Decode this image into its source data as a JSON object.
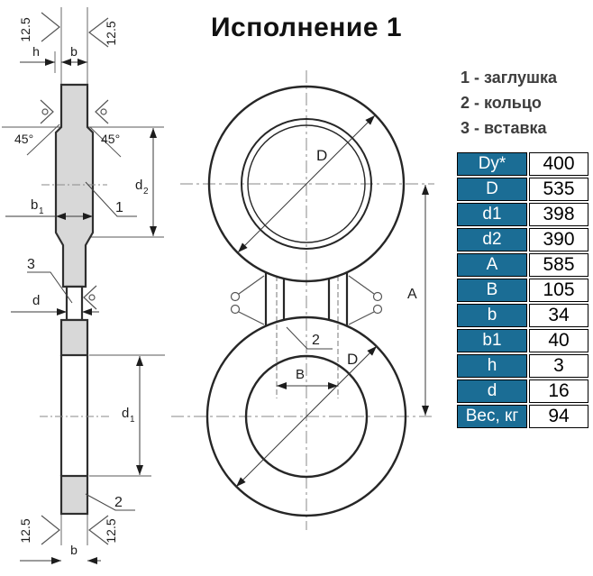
{
  "title": "Исполнение 1",
  "legend": {
    "items": [
      "1 - заглушка",
      "2 - кольцо",
      "3 - вставка"
    ]
  },
  "table": {
    "header_bg": "#1b6d95",
    "rows": [
      {
        "param": "Dy*",
        "value": "400"
      },
      {
        "param": "D",
        "value": "535"
      },
      {
        "param": "d1",
        "value": "398"
      },
      {
        "param": "d2",
        "value": "390"
      },
      {
        "param": "A",
        "value": "585"
      },
      {
        "param": "B",
        "value": "105"
      },
      {
        "param": "b",
        "value": "34"
      },
      {
        "param": "b1",
        "value": "40"
      },
      {
        "param": "h",
        "value": "3"
      },
      {
        "param": "d",
        "value": "16"
      },
      {
        "param": "Вес, кг",
        "value": "94"
      }
    ]
  },
  "drawing": {
    "colors": {
      "part_fill": "#d8d8d8",
      "outline": "#2f2f2f"
    },
    "labels": {
      "roughness": "12.5",
      "h": "h",
      "b": "b",
      "b1_main": "b",
      "b1_sub": "1",
      "d": "d",
      "d1_main": "d",
      "d1_sub": "1",
      "d2_main": "d",
      "d2_sub": "2",
      "chamfer": "45°",
      "part1": "1",
      "part2": "2",
      "part3": "3",
      "dim_D": "D",
      "dim_A": "A",
      "dim_B": "B"
    }
  }
}
